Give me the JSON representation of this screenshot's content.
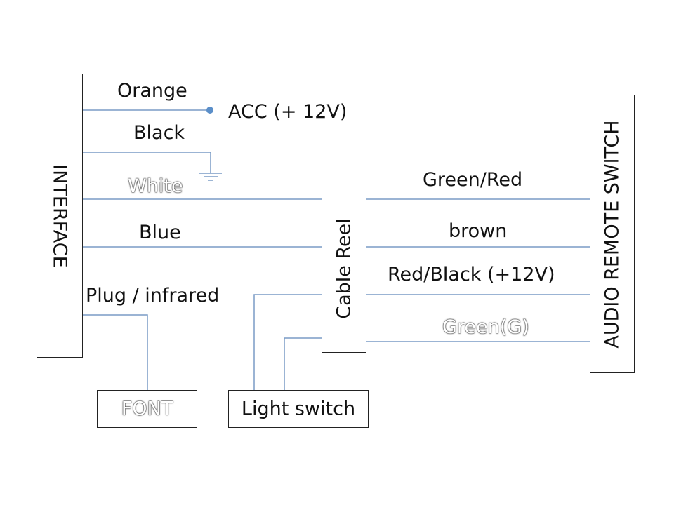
{
  "boxes": {
    "interface": "INTERFACE",
    "cable_reel": "Cable Reel",
    "audio_remote_switch": "AUDIO REMOTE SWITCH",
    "font": "FONT",
    "light_switch": "Light switch"
  },
  "wires": {
    "orange": "Orange",
    "black": "Black",
    "white": "White",
    "blue": "Blue",
    "plug_infrared": "Plug / infrared",
    "green_red": "Green/Red",
    "brown": "brown",
    "red_black": "Red/Black (+12V)",
    "green_g": "Green(G)"
  },
  "terminals": {
    "acc": "ACC (+ 12V)"
  },
  "colors": {
    "wire": "#7a9cc6",
    "box_border": "#222222",
    "terminal_dot": "#5b8fc9",
    "text": "#111111"
  }
}
